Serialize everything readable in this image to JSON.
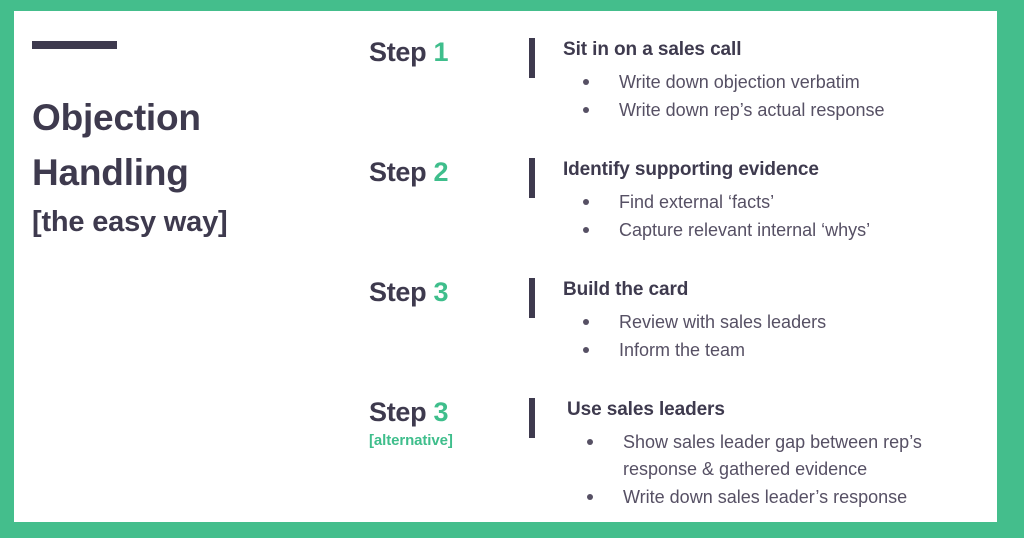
{
  "theme": {
    "accent_green": "#44be8c",
    "ink_dark": "#3e3a4e",
    "body_text": "#565064",
    "background": "#ffffff"
  },
  "title": {
    "line1": "Objection",
    "line2": "Handling",
    "subtitle": "[the easy way]"
  },
  "steps": [
    {
      "label_word": "Step",
      "label_number": "1",
      "alt_tag": "",
      "heading": "Sit in on a sales call",
      "bullets": [
        "Write down objection verbatim",
        "Write down rep’s actual response"
      ]
    },
    {
      "label_word": "Step",
      "label_number": "2",
      "alt_tag": "",
      "heading": "Identify supporting evidence",
      "bullets": [
        "Find external ‘facts’",
        "Capture relevant internal ‘whys’"
      ]
    },
    {
      "label_word": "Step",
      "label_number": "3",
      "alt_tag": "",
      "heading": "Build the card",
      "bullets": [
        "Review with sales leaders",
        "Inform the team"
      ]
    },
    {
      "label_word": "Step",
      "label_number": "3",
      "alt_tag": "[alternative]",
      "heading": "Use sales leaders",
      "bullets": [
        "Show sales leader gap between rep’s response & gathered evidence",
        "Write down sales leader’s response"
      ]
    }
  ]
}
